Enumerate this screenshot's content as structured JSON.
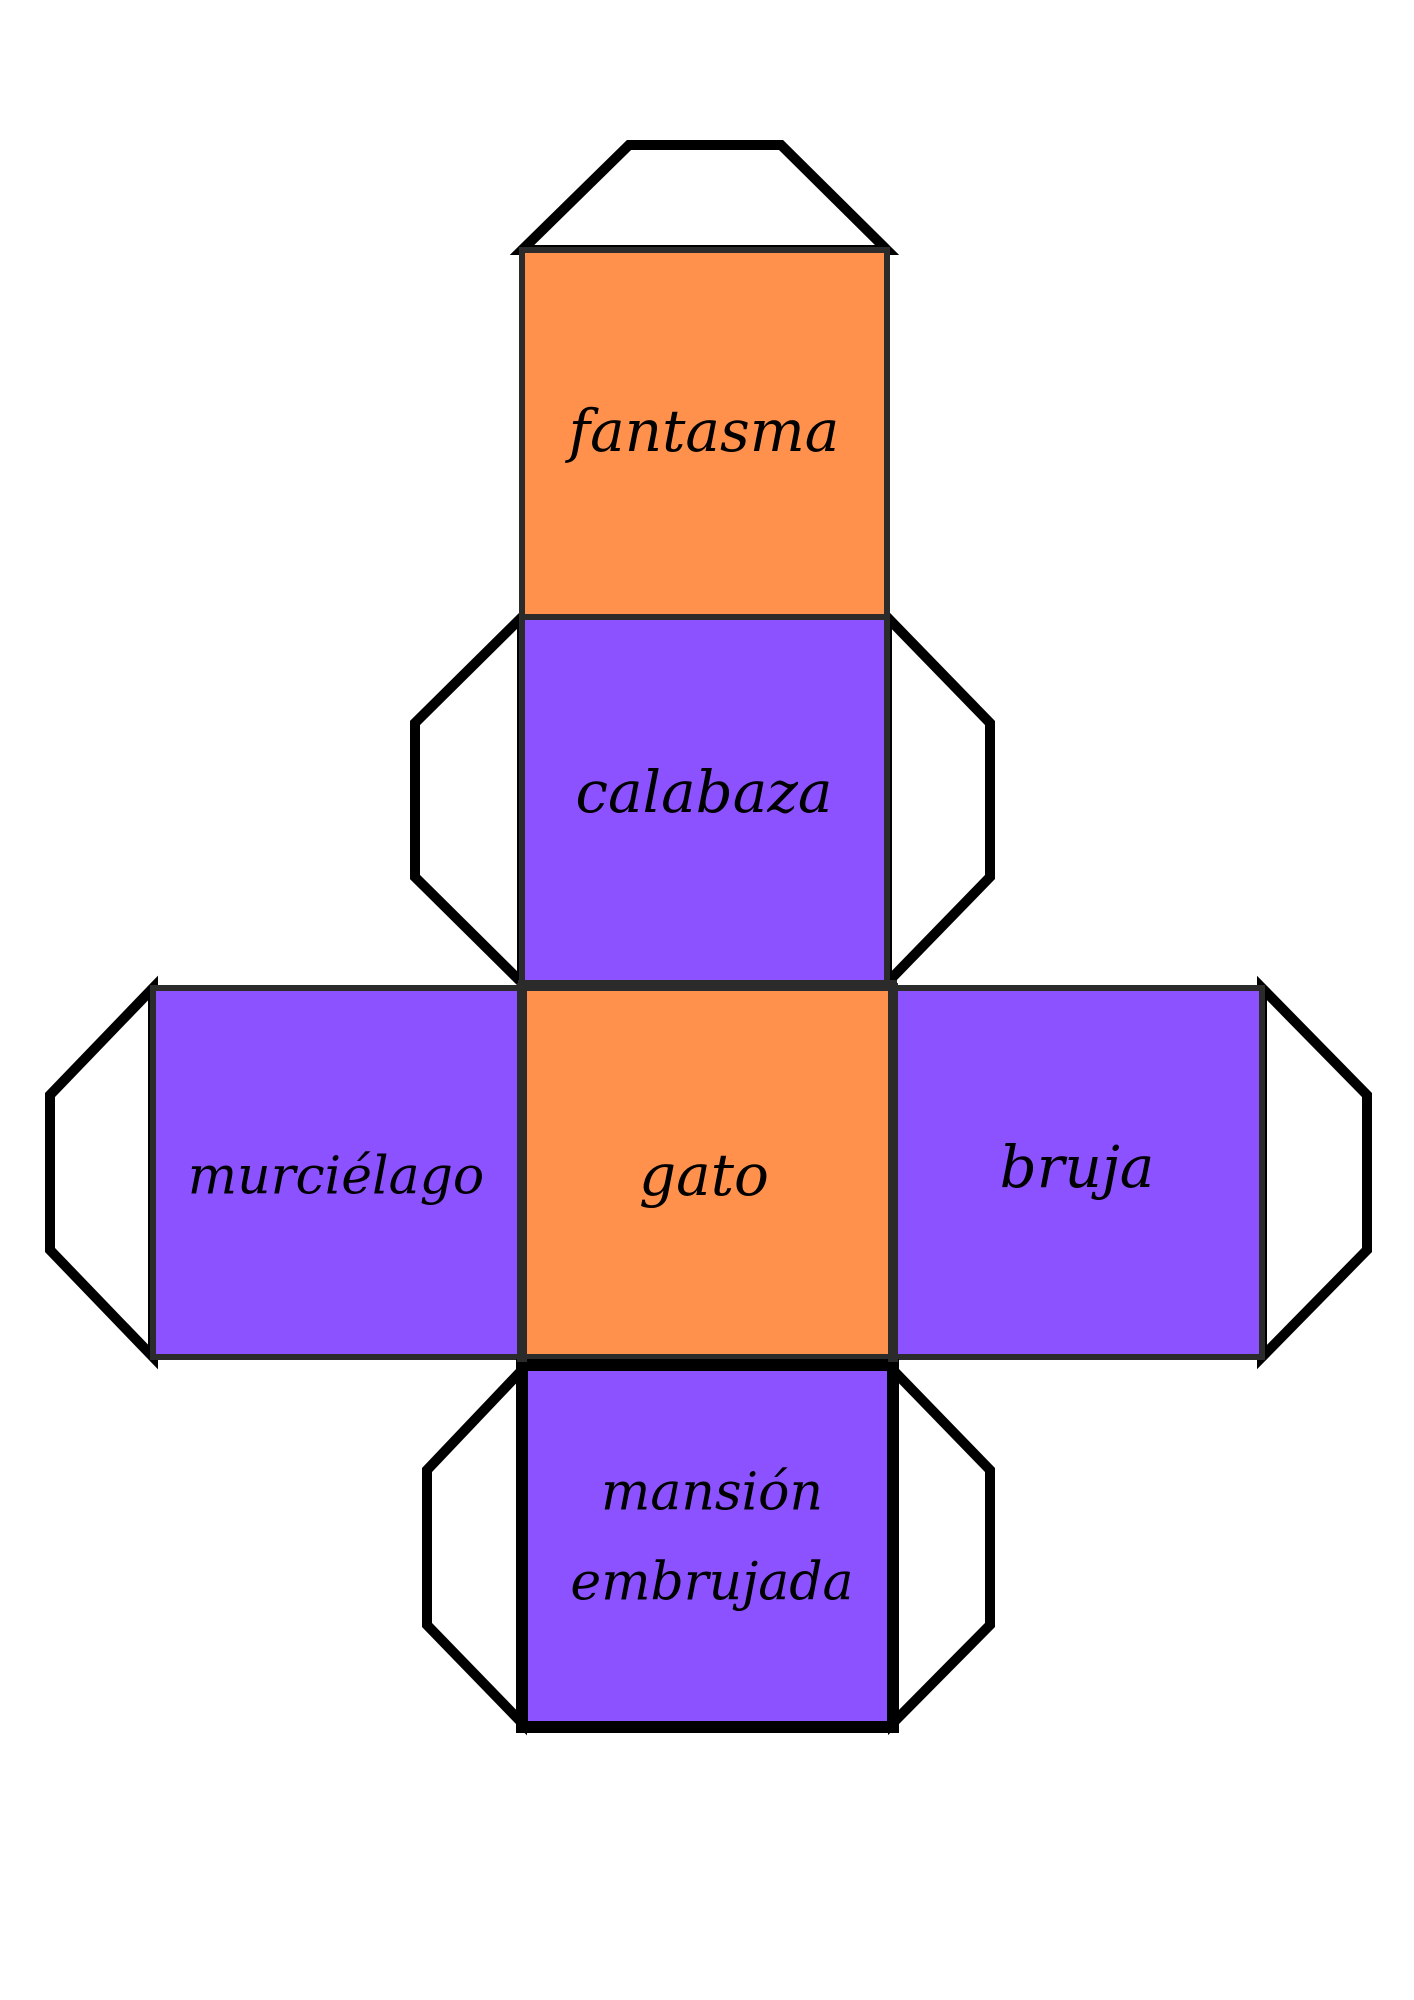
{
  "faces": {
    "top": {
      "label": "fantasma",
      "color": "#FF914D"
    },
    "upper": {
      "label": "calabaza",
      "color": "#8C52FF"
    },
    "left": {
      "label": "murciélago",
      "color": "#8C52FF"
    },
    "center": {
      "label": "gato",
      "color": "#FF914D"
    },
    "right": {
      "label": "bruja",
      "color": "#8C52FF"
    },
    "bottom": {
      "label_line1": "mansión",
      "label_line2": "embrujada",
      "color": "#8C52FF"
    }
  },
  "colors": {
    "outline": "#000000",
    "face_border": "#2b2b2b",
    "background": "#FFFFFF"
  }
}
